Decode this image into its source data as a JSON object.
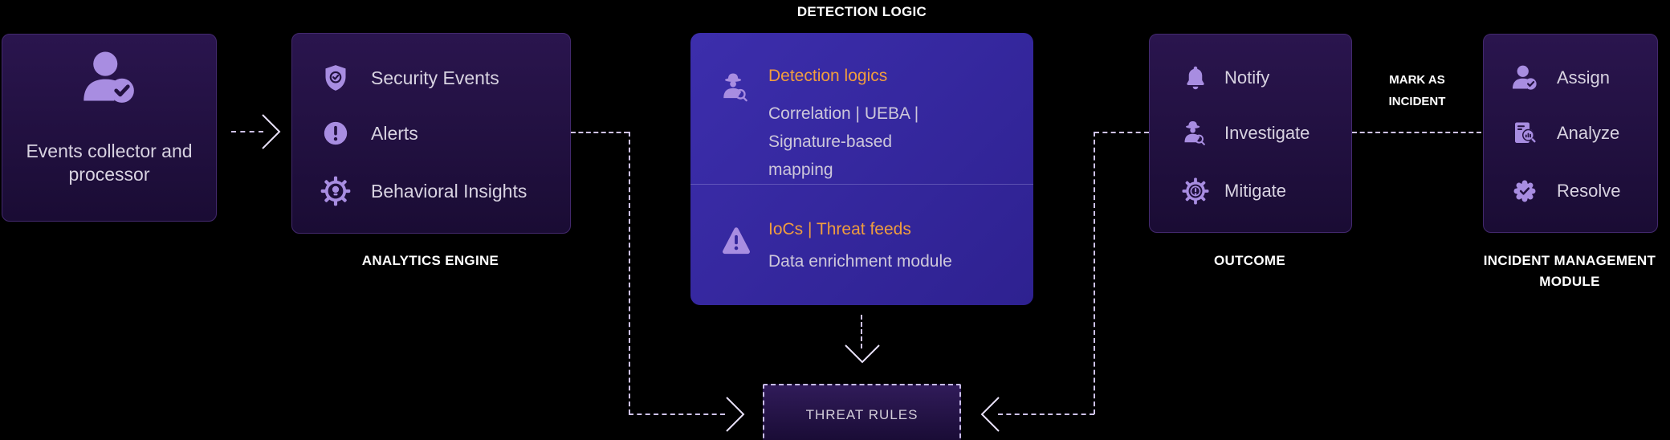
{
  "colors": {
    "background": "#000000",
    "node_dark": "#23113f",
    "node_indigo": "#34279c",
    "icon_purple": "#a88de1",
    "accent_orange": "#f09d3e",
    "connector": "#cfc3ee",
    "caption_white": "#ffffff",
    "item_text": "#d8d3e1"
  },
  "nodes": {
    "collector": {
      "icon": "user-check-icon",
      "text": "Events collector and\nprocessor"
    },
    "analytics": {
      "caption": "ANALYTICS ENGINE",
      "items": [
        {
          "icon": "shield-check-icon",
          "label": "Security Events"
        },
        {
          "icon": "alert-circle-icon",
          "label": "Alerts"
        },
        {
          "icon": "gear-bulb-icon",
          "label": "Behavioral Insights"
        }
      ]
    },
    "detection": {
      "caption": "DETECTION LOGIC",
      "sections": [
        {
          "icon": "detective-icon",
          "heading": "Detection logics",
          "body": "Correlation | UEBA |\nSignature-based\nmapping"
        },
        {
          "icon": "warning-triangle-icon",
          "heading": "IoCs | Threat feeds",
          "body": "Data enrichment module"
        }
      ]
    },
    "outcome": {
      "caption": "OUTCOME",
      "items": [
        {
          "icon": "bell-icon",
          "label": "Notify"
        },
        {
          "icon": "detective-icon",
          "label": "Investigate"
        },
        {
          "icon": "gear-alert-icon",
          "label": "Mitigate"
        }
      ]
    },
    "incident": {
      "caption": "INCIDENT MANAGEMENT\nMODULE",
      "items": [
        {
          "icon": "user-check-icon",
          "label": "Assign"
        },
        {
          "icon": "doc-search-icon",
          "label": "Analyze"
        },
        {
          "icon": "badge-check-icon",
          "label": "Resolve"
        }
      ]
    },
    "threat_rules": {
      "label": "THREAT RULES"
    }
  },
  "connectors": {
    "mark_as_incident_label": "MARK AS\nINCIDENT"
  }
}
